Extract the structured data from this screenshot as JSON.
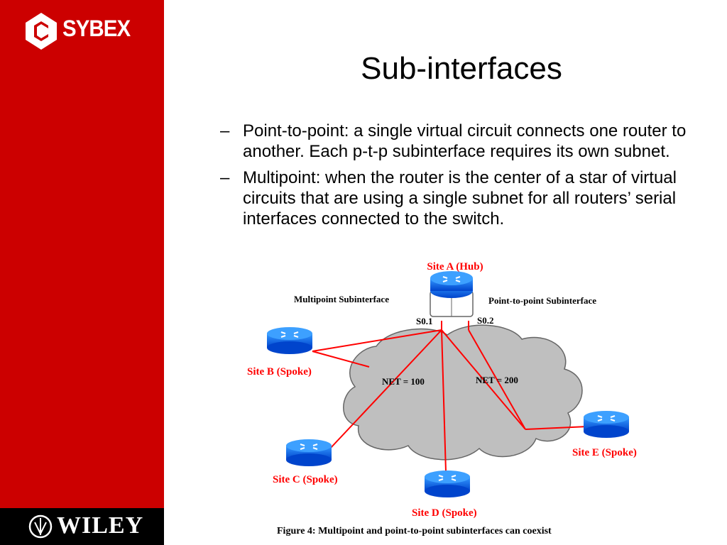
{
  "branding": {
    "publisher_logo": "SYBEX",
    "footer_logo": "WILEY"
  },
  "slide": {
    "title": "Sub-interfaces",
    "bullets": [
      {
        "marker": "–",
        "text": "Point-to-point: a single virtual circuit connects one router to another. Each p-t-p subinterface requires its own subnet."
      },
      {
        "marker": "–",
        "text": "Multipoint: when the router is the center of a star of virtual circuits that are using a single subnet for all routers’ serial interfaces connected to the switch."
      }
    ]
  },
  "diagram": {
    "hub_label": "Site A (Hub)",
    "multipoint_label": "Multipoint Subinterface",
    "ptp_label": "Point-to-point Subinterface",
    "s01_label": "S0.1",
    "s02_label": "S0.2",
    "net100_label": "NET = 100",
    "net200_label": "NET = 200",
    "spokes": {
      "b": "Site B (Spoke)",
      "c": "Site C (Spoke)",
      "d": "Site D (Spoke)",
      "e": "Site E (Spoke)"
    },
    "caption": "Figure 4: Multipoint and point-to-point subinterfaces can coexist",
    "colors": {
      "router": "#0066ff",
      "link": "#ff0000",
      "cloud": "#bfbfbf",
      "hub_label": "#ff0000"
    }
  },
  "theme": {
    "sidebar": "#cc0000"
  }
}
